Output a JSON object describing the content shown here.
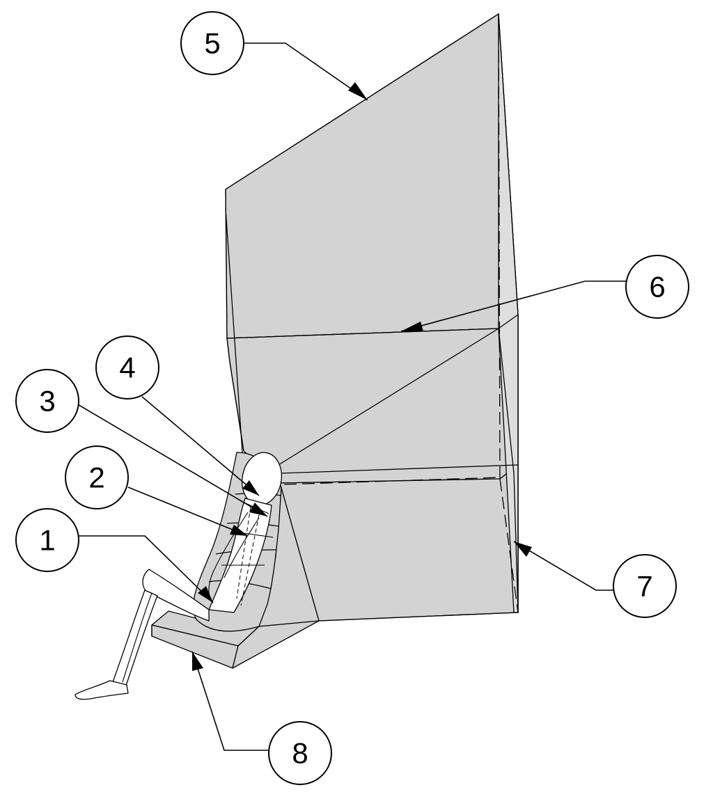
{
  "callouts": [
    {
      "id": "1",
      "label": "1"
    },
    {
      "id": "2",
      "label": "2"
    },
    {
      "id": "3",
      "label": "3"
    },
    {
      "id": "4",
      "label": "4"
    },
    {
      "id": "5",
      "label": "5"
    },
    {
      "id": "6",
      "label": "6"
    },
    {
      "id": "7",
      "label": "7"
    },
    {
      "id": "8",
      "label": "8"
    }
  ],
  "colors": {
    "panel_fill": "#d3d3d3",
    "line": "#000000",
    "background": "#ffffff"
  }
}
